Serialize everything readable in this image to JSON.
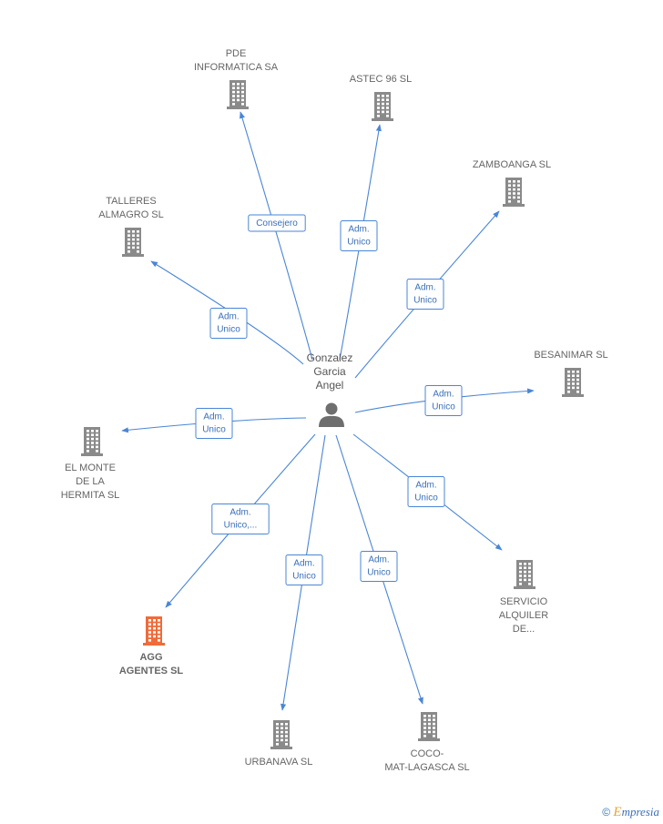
{
  "center": {
    "name_lines": [
      "Gonzalez",
      "Garcia",
      "Angel"
    ],
    "icon": "person-icon"
  },
  "companies": [
    {
      "id": "pde",
      "lines": [
        "PDE",
        "INFORMATICA SA"
      ],
      "highlight": false,
      "relation": [
        "Consejero"
      ]
    },
    {
      "id": "astec",
      "lines": [
        "ASTEC 96 SL"
      ],
      "highlight": false,
      "relation": [
        "Adm.",
        "Unico"
      ]
    },
    {
      "id": "zamboanga",
      "lines": [
        "ZAMBOANGA SL"
      ],
      "highlight": false,
      "relation": [
        "Adm.",
        "Unico"
      ]
    },
    {
      "id": "talleres",
      "lines": [
        "TALLERES",
        "ALMAGRO SL"
      ],
      "highlight": false,
      "relation": [
        "Adm.",
        "Unico"
      ]
    },
    {
      "id": "besanimar",
      "lines": [
        "BESANIMAR SL"
      ],
      "highlight": false,
      "relation": [
        "Adm.",
        "Unico"
      ]
    },
    {
      "id": "elmonte",
      "lines": [
        "EL MONTE",
        "DE LA",
        "HERMITA SL"
      ],
      "highlight": false,
      "relation": [
        "Adm.",
        "Unico"
      ]
    },
    {
      "id": "servicio",
      "lines": [
        "SERVICIO",
        "ALQUILER",
        "DE..."
      ],
      "highlight": false,
      "relation": [
        "Adm.",
        "Unico"
      ]
    },
    {
      "id": "agg",
      "lines": [
        "AGG",
        "AGENTES  SL"
      ],
      "highlight": true,
      "relation": [
        "Adm.",
        "Unico,..."
      ]
    },
    {
      "id": "urbanava",
      "lines": [
        "URBANAVA SL"
      ],
      "highlight": false,
      "relation": [
        "Adm.",
        "Unico"
      ]
    },
    {
      "id": "coco",
      "lines": [
        "COCO-",
        "MAT-LAGASCA SL"
      ],
      "highlight": false,
      "relation": [
        "Adm.",
        "Unico"
      ]
    }
  ],
  "colors": {
    "edge": "#4a86d6",
    "building": "#8a8a8a",
    "highlight": "#f06b3a"
  },
  "footer": {
    "copyright": "©",
    "brand_first": "E",
    "brand_rest": "mpresia"
  }
}
